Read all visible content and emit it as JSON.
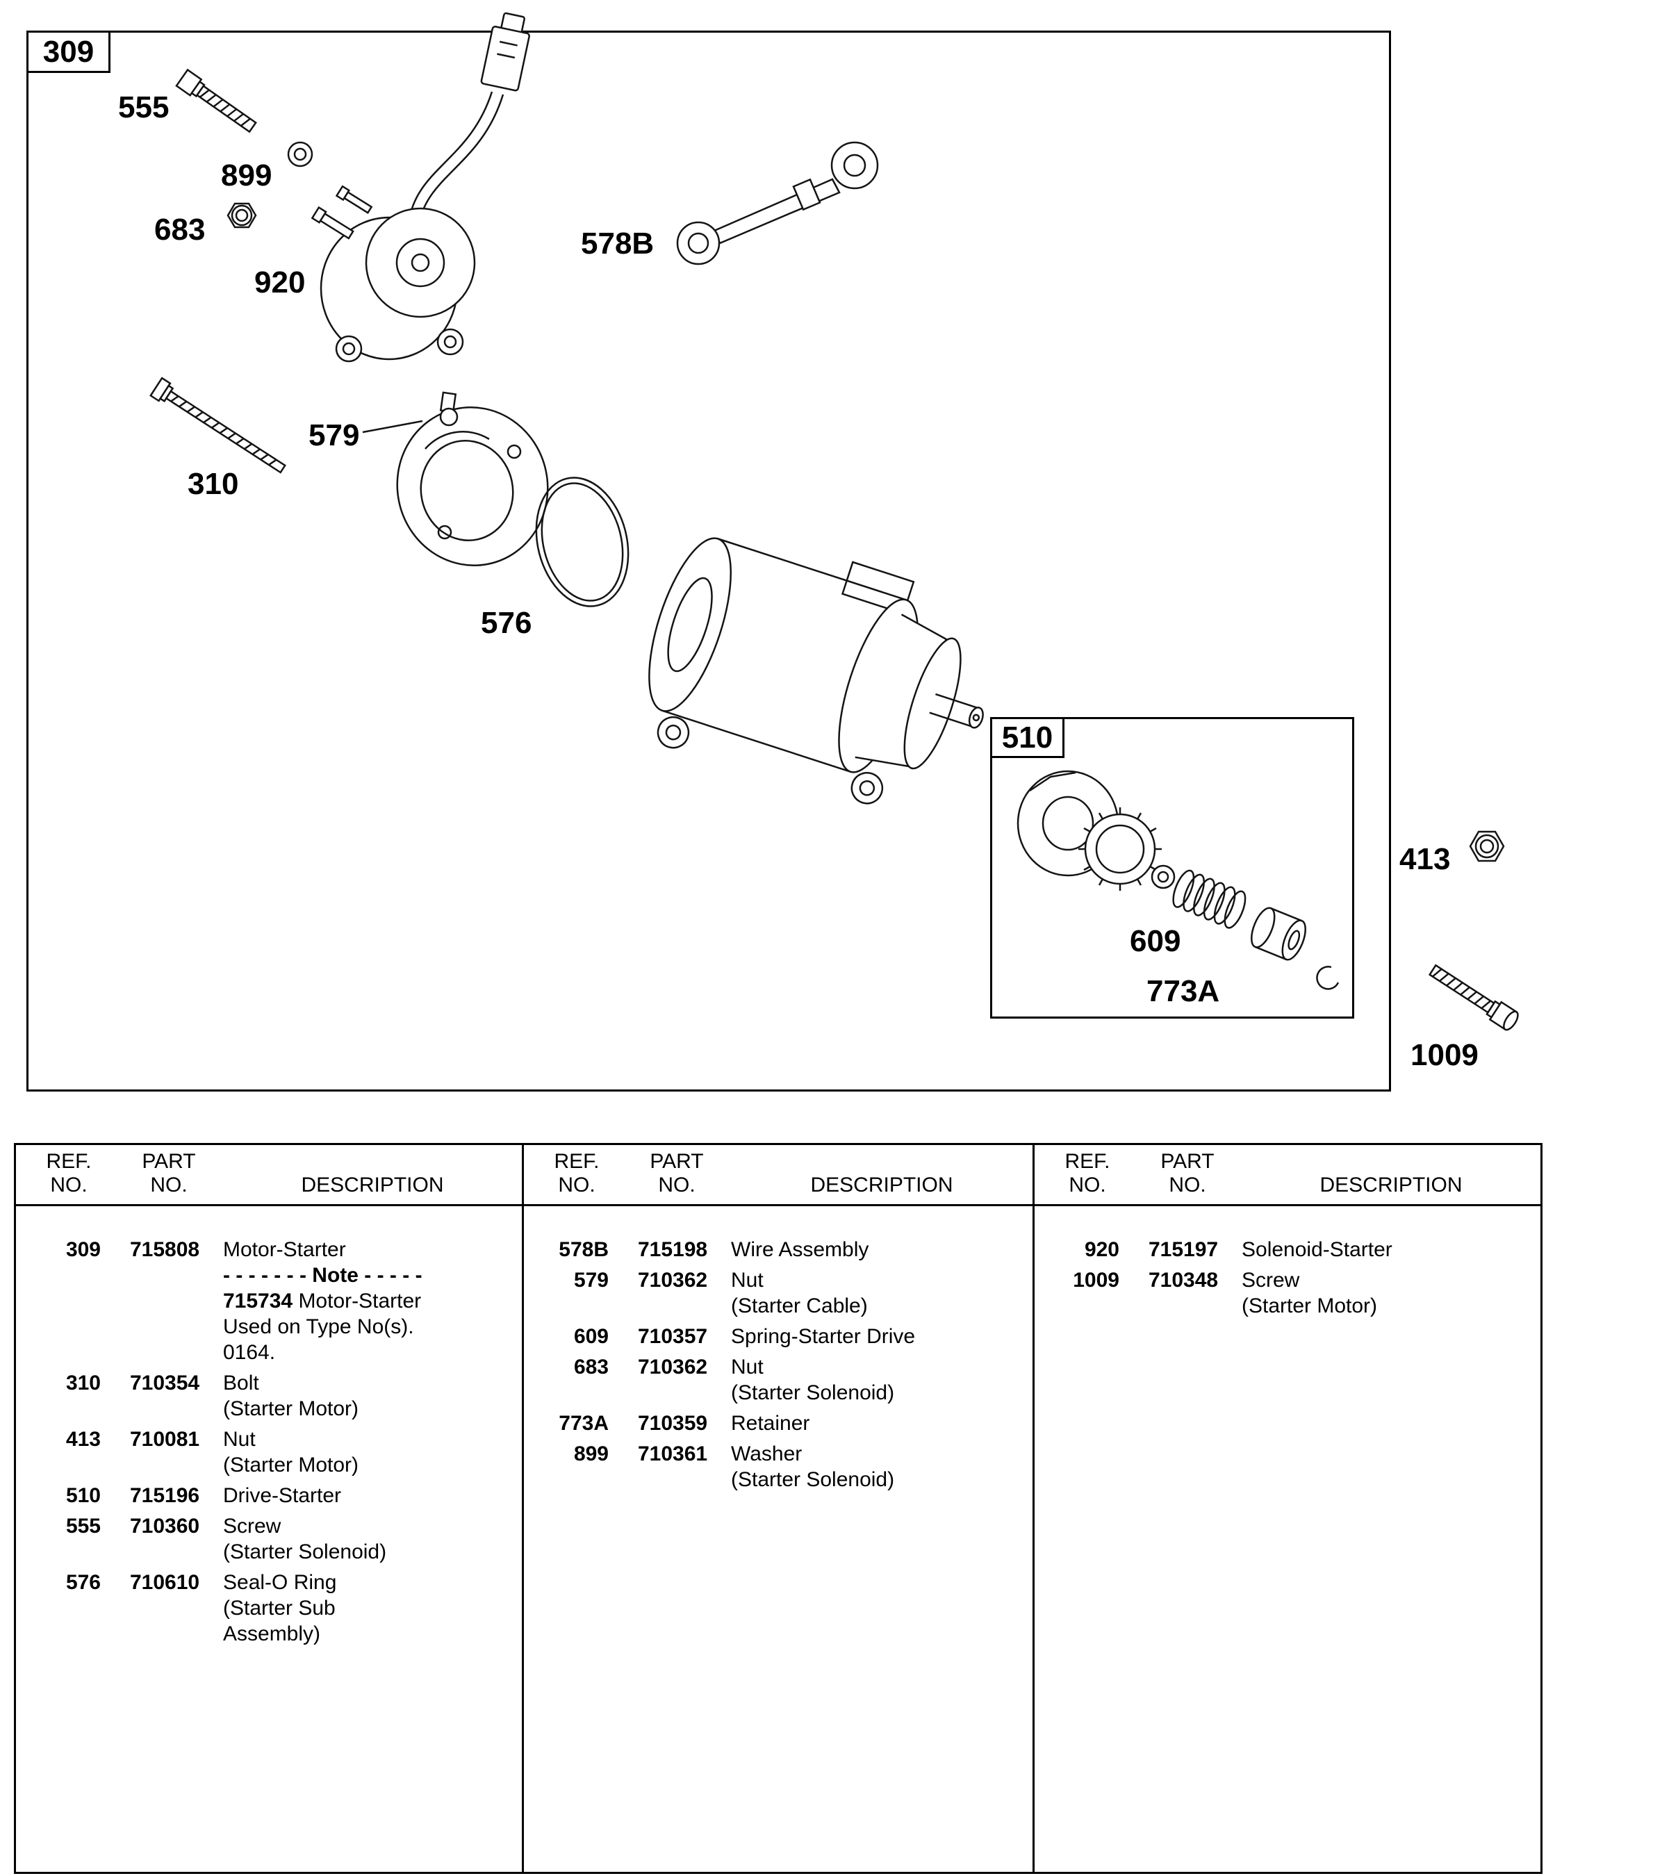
{
  "diagram": {
    "frame_label": "309",
    "inset_label": "510",
    "callouts": {
      "c555": "555",
      "c899": "899",
      "c683": "683",
      "c920": "920",
      "c578b": "578B",
      "c579": "579",
      "c310": "310",
      "c576": "576",
      "c609": "609",
      "c773a": "773A",
      "c413": "413",
      "c1009": "1009"
    }
  },
  "table": {
    "header": {
      "ref_line1": "REF.",
      "ref_line2": "NO.",
      "part_line1": "PART",
      "part_line2": "NO.",
      "desc": "DESCRIPTION"
    },
    "columns": [
      {
        "rows": [
          {
            "ref": "309",
            "part": "715808",
            "desc": [
              {
                "bold": "",
                "text": "Motor-Starter"
              },
              {
                "bold": "- - - - - - -  Note  - - - - -",
                "text": ""
              },
              {
                "bold": "715734",
                "text": " Motor-Starter"
              },
              {
                "bold": "",
                "text": "Used on Type No(s)."
              },
              {
                "bold": "",
                "text": "0164."
              }
            ]
          },
          {
            "ref": "310",
            "part": "710354",
            "desc": [
              {
                "bold": "",
                "text": "Bolt"
              },
              {
                "bold": "",
                "text": "(Starter Motor)"
              }
            ]
          },
          {
            "ref": "413",
            "part": "710081",
            "desc": [
              {
                "bold": "",
                "text": "Nut"
              },
              {
                "bold": "",
                "text": "(Starter Motor)"
              }
            ]
          },
          {
            "ref": "510",
            "part": "715196",
            "desc": [
              {
                "bold": "",
                "text": "Drive-Starter"
              }
            ]
          },
          {
            "ref": "555",
            "part": "710360",
            "desc": [
              {
                "bold": "",
                "text": "Screw"
              },
              {
                "bold": "",
                "text": "(Starter Solenoid)"
              }
            ]
          },
          {
            "ref": "576",
            "part": "710610",
            "desc": [
              {
                "bold": "",
                "text": "Seal-O Ring"
              },
              {
                "bold": "",
                "text": "(Starter Sub"
              },
              {
                "bold": "",
                "text": "Assembly)"
              }
            ]
          }
        ]
      },
      {
        "rows": [
          {
            "ref": "578B",
            "part": "715198",
            "desc": [
              {
                "bold": "",
                "text": "Wire Assembly"
              }
            ]
          },
          {
            "ref": "579",
            "part": "710362",
            "desc": [
              {
                "bold": "",
                "text": "Nut"
              },
              {
                "bold": "",
                "text": "(Starter Cable)"
              }
            ]
          },
          {
            "ref": "609",
            "part": "710357",
            "desc": [
              {
                "bold": "",
                "text": "Spring-Starter Drive"
              }
            ]
          },
          {
            "ref": "683",
            "part": "710362",
            "desc": [
              {
                "bold": "",
                "text": "Nut"
              },
              {
                "bold": "",
                "text": "(Starter Solenoid)"
              }
            ]
          },
          {
            "ref": "773A",
            "part": "710359",
            "desc": [
              {
                "bold": "",
                "text": "Retainer"
              }
            ]
          },
          {
            "ref": "899",
            "part": "710361",
            "desc": [
              {
                "bold": "",
                "text": "Washer"
              },
              {
                "bold": "",
                "text": "(Starter Solenoid)"
              }
            ]
          }
        ]
      },
      {
        "rows": [
          {
            "ref": "920",
            "part": "715197",
            "desc": [
              {
                "bold": "",
                "text": "Solenoid-Starter"
              }
            ]
          },
          {
            "ref": "1009",
            "part": "710348",
            "desc": [
              {
                "bold": "",
                "text": "Screw"
              },
              {
                "bold": "",
                "text": "(Starter Motor)"
              }
            ]
          }
        ]
      }
    ]
  }
}
